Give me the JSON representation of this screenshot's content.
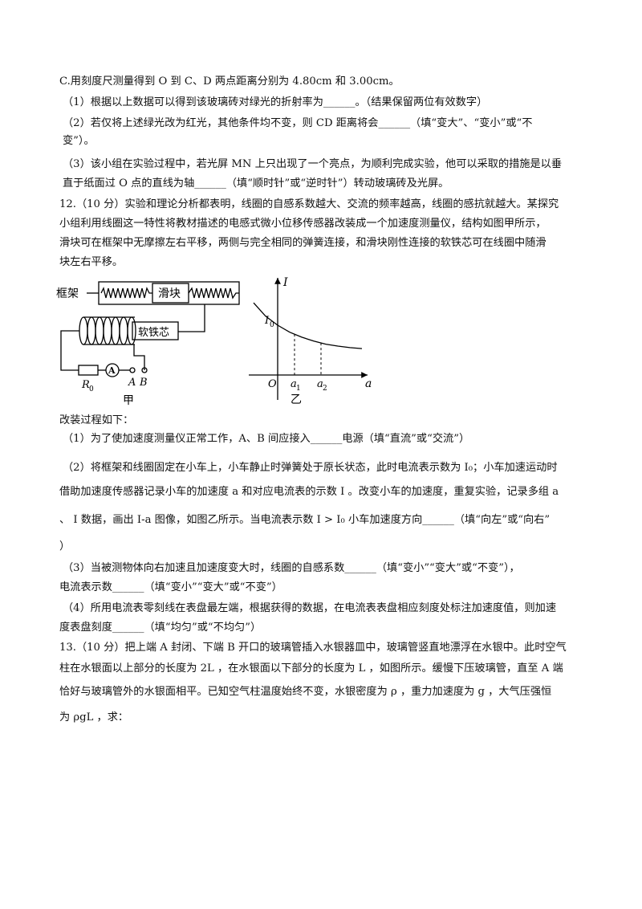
{
  "lines": [
    "C.用刻度尺测量得到 O 到 C、D 两点距离分别为 4.80cm 和 3.00cm。",
    "（1）根据以上数据可以得到该玻璃砖对绿光的折射率为______。（结果保留两位有效数字）",
    "（2）若仅将上述绿光改为红光，其他条件均不变，则 CD 距离将会______（填“变大”、“变小”或“不",
    "变”）。",
    "（3）该小组在实验过程中，若光屏 MN 上只出现了一个亮点，为顺利完成实验，他可以采取的措施是以垂",
    "直于纸面过 O 点的直线为轴______（填“顺时针”或“逆时针”）转动玻璃砖及光屏。",
    "12.（10 分）实验和理论分析都表明，线圈的自感系数越大、交流的频率越高，线圈的感抗就越大。某探究",
    "小组利用线圈这一特性将教材描述的电感式微小位移传感器改装成一个加速度测量仪，结构如图甲所示，",
    "滑块可在框架中无摩擦左右平移，两侧与完全相同的弹簧连接，和滑块刚性连接的软铁芯可在线圈中随滑",
    "块左右平移。",
    "改装过程如下：",
    "（1）为了使加速度测量仪正常工作，A、B 间应接入______电源（填“直流”或“交流”）",
    "（2）将框架和线圈固定在小车上，小车静止时弹簧处于原长状态，此时电流表示数为 I₀；小车加速运动时",
    "借助加速度传感器记录小车的加速度 a 和对应电流表的示数 I 。改变小车的加速度，重复实验，记录多组 a",
    "、 I 数据，画出 I-a 图像，如图乙所示。当电流表示数 I > I₀ 小车加速度方向______（填“向左”或“向右”",
    "）",
    "（3）当被测物体向右加速且加速度变大时，线圈的自感系数______（填“变小”“变大”或“不变”），",
    "电流表示数______（填“变小”“变大”或“不变”）",
    "（4）所用电流表零刻线在表盘最左端，根据获得的数据，在电流表表盘相应刻度处标注加速度值，则加速",
    "度表盘刻度______（填“均匀”或“不均匀”）",
    "13.（10 分）把上端 A 封闭、下端 B 开口的玻璃管插入水银器皿中，玻璃管竖直地漂浮在水银中。此时空气",
    "柱在水银面以上部分的长度为 2L ，在水银面以下部分的长度为 L ，如图所示。缓慢下压玻璃管，直至 A 端",
    "恰好与玻璃管外的水银面相平。已知空气柱温度始终不变，水银密度为 ρ ，重力加速度为 g ，大气压强恒",
    "为 ρgL ，求："
  ],
  "figure_jia": {
    "frame_label": "框架",
    "slider_label": "滑块",
    "core_label": "软铁芯",
    "ammeter_label": "A",
    "r0_label": "R",
    "r0_sub": "0",
    "terminal_a": "A",
    "terminal_b": "B",
    "caption": "甲"
  },
  "figure_yi": {
    "y_label": "I",
    "x_label": "a",
    "origin": "O",
    "i0_label": "I",
    "i0_sub": "0",
    "a1_label": "a",
    "a1_sub": "1",
    "a2_label": "a",
    "a2_sub": "2",
    "caption": "乙"
  },
  "chart_data": {
    "type": "line",
    "series": [
      {
        "values": [
          [
            -1.0,
            1.45
          ],
          [
            -0.5,
            1.18
          ],
          [
            0,
            1.0
          ],
          [
            0.5,
            0.86
          ],
          [
            1.0,
            0.76
          ],
          [
            1.5,
            0.68
          ],
          [
            2.0,
            0.62
          ],
          [
            2.5,
            0.58
          ],
          [
            3.0,
            0.55
          ],
          [
            3.5,
            0.53
          ]
        ]
      }
    ],
    "markers": {
      "a1": 0.7,
      "a2": 1.8
    },
    "xlabel": "a",
    "ylabel": "I",
    "grid": false
  }
}
